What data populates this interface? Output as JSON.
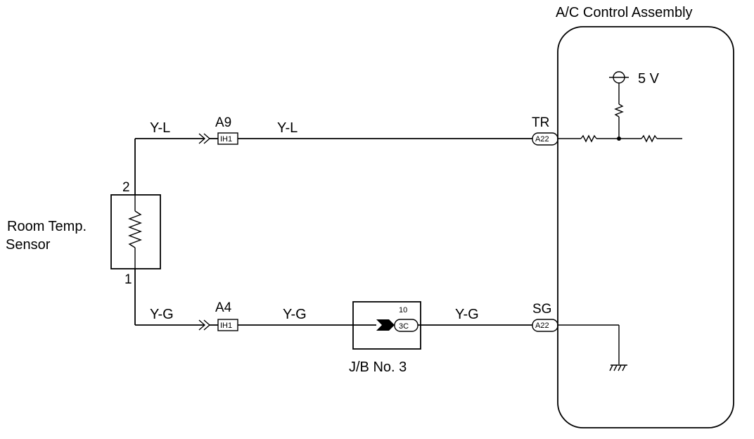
{
  "assembly": {
    "title": "A/C Control Assembly",
    "supply": "5 V"
  },
  "sensor": {
    "name_line1": "Room Temp.",
    "name_line2": "Sensor",
    "pin_top": "2",
    "pin_bottom": "1"
  },
  "wires": {
    "top_left": "Y-L",
    "top_right": "Y-L",
    "bottom_left": "Y-G",
    "bottom_mid": "Y-G",
    "bottom_right": "Y-G"
  },
  "connectors": {
    "a9": {
      "label": "A9",
      "code": "IH1"
    },
    "a4": {
      "label": "A4",
      "code": "IH1"
    },
    "tr": {
      "label": "TR",
      "code": "A22"
    },
    "sg": {
      "label": "SG",
      "code": "A22"
    }
  },
  "junction_block": {
    "name": "J/B No. 3",
    "pin": "10",
    "code": "3C"
  },
  "colors": {
    "line": "#000000",
    "background": "#ffffff"
  }
}
